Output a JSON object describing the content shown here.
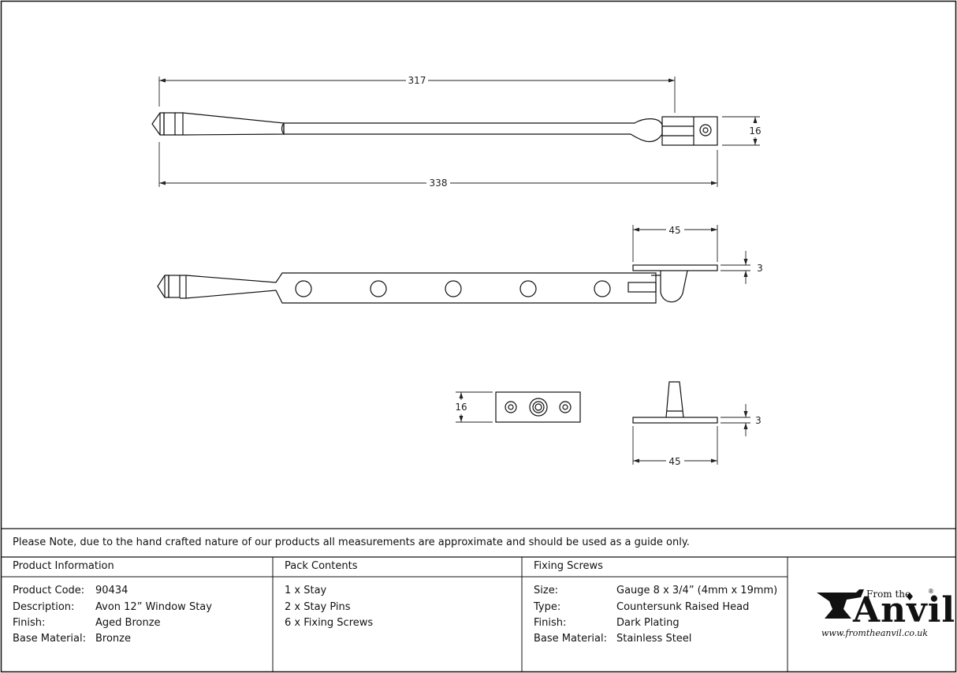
{
  "dimensions": {
    "top_view_inner_length": "317",
    "top_view_overall_length": "338",
    "top_view_height": "16",
    "side_view_plate_length": "45",
    "side_view_plate_thickness": "3",
    "pin_plate_width": "16",
    "pin_side_thickness": "3",
    "pin_side_length": "45"
  },
  "note": "Please Note, due to the hand crafted nature of our products all measurements are approximate and should be used as a guide only.",
  "product_information": {
    "heading": "Product Information",
    "rows": [
      {
        "label": "Product Code:",
        "value": "90434"
      },
      {
        "label": "Description:",
        "value": "Avon 12” Window Stay"
      },
      {
        "label": "Finish:",
        "value": "Aged Bronze"
      },
      {
        "label": "Base Material:",
        "value": "Bronze"
      }
    ]
  },
  "pack_contents": {
    "heading": "Pack Contents",
    "items": [
      "1 x Stay",
      "2 x Stay Pins",
      "6 x Fixing Screws"
    ]
  },
  "fixing_screws": {
    "heading": "Fixing Screws",
    "rows": [
      {
        "label": "Size:",
        "value": "Gauge 8 x 3/4” (4mm x 19mm)"
      },
      {
        "label": "Type:",
        "value": "Countersunk Raised Head"
      },
      {
        "label": "Finish:",
        "value": "Dark Plating"
      },
      {
        "label": "Base Material:",
        "value": "Stainless Steel"
      }
    ]
  },
  "logo": {
    "from_the": "From the",
    "brand": "Anvil",
    "registered": "®",
    "url": "www.fromtheanvil.co.uk"
  }
}
